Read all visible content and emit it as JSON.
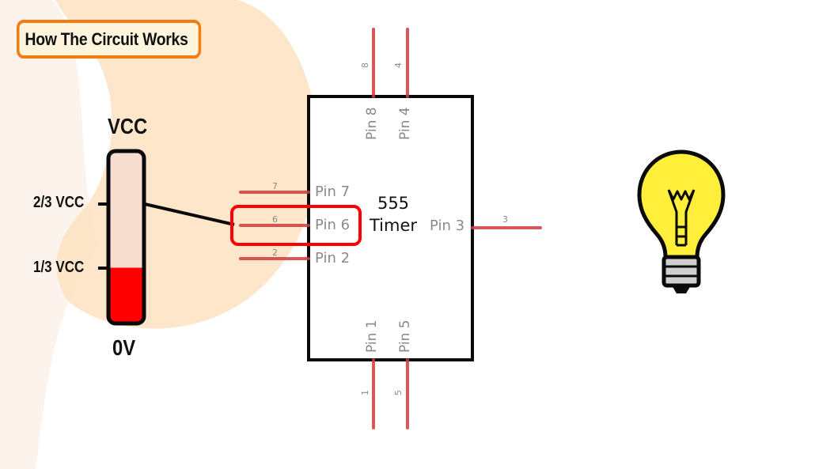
{
  "title": "How The Circuit Works",
  "gauge": {
    "top_label": "VCC",
    "upper_threshold_label": "2/3 VCC",
    "lower_threshold_label": "1/3 VCC",
    "bottom_label": "0V",
    "fill_level_fraction": 0.32,
    "fill_color": "#ff0000"
  },
  "timer": {
    "name_line1": "555",
    "name_line2": "Timer",
    "pins": [
      {
        "label": "Pin 7",
        "number": "7"
      },
      {
        "label": "Pin 6",
        "number": "6"
      },
      {
        "label": "Pin 2",
        "number": "2"
      },
      {
        "label": "Pin 3",
        "number": "3"
      },
      {
        "label": "Pin 8",
        "number": "8"
      },
      {
        "label": "Pin 4",
        "number": "4"
      },
      {
        "label": "Pin 1",
        "number": "1"
      },
      {
        "label": "Pin 5",
        "number": "5"
      }
    ],
    "highlighted_pin": "Pin 6",
    "highlight_color": "#ff0000",
    "pin_color": "#d23a3a"
  },
  "output": {
    "icon": "light-bulb-icon",
    "state": "on",
    "bulb_color": "#ffef3a"
  },
  "background_colors": {
    "blob": "#fde8c9",
    "panel": "#fbf3ec"
  }
}
